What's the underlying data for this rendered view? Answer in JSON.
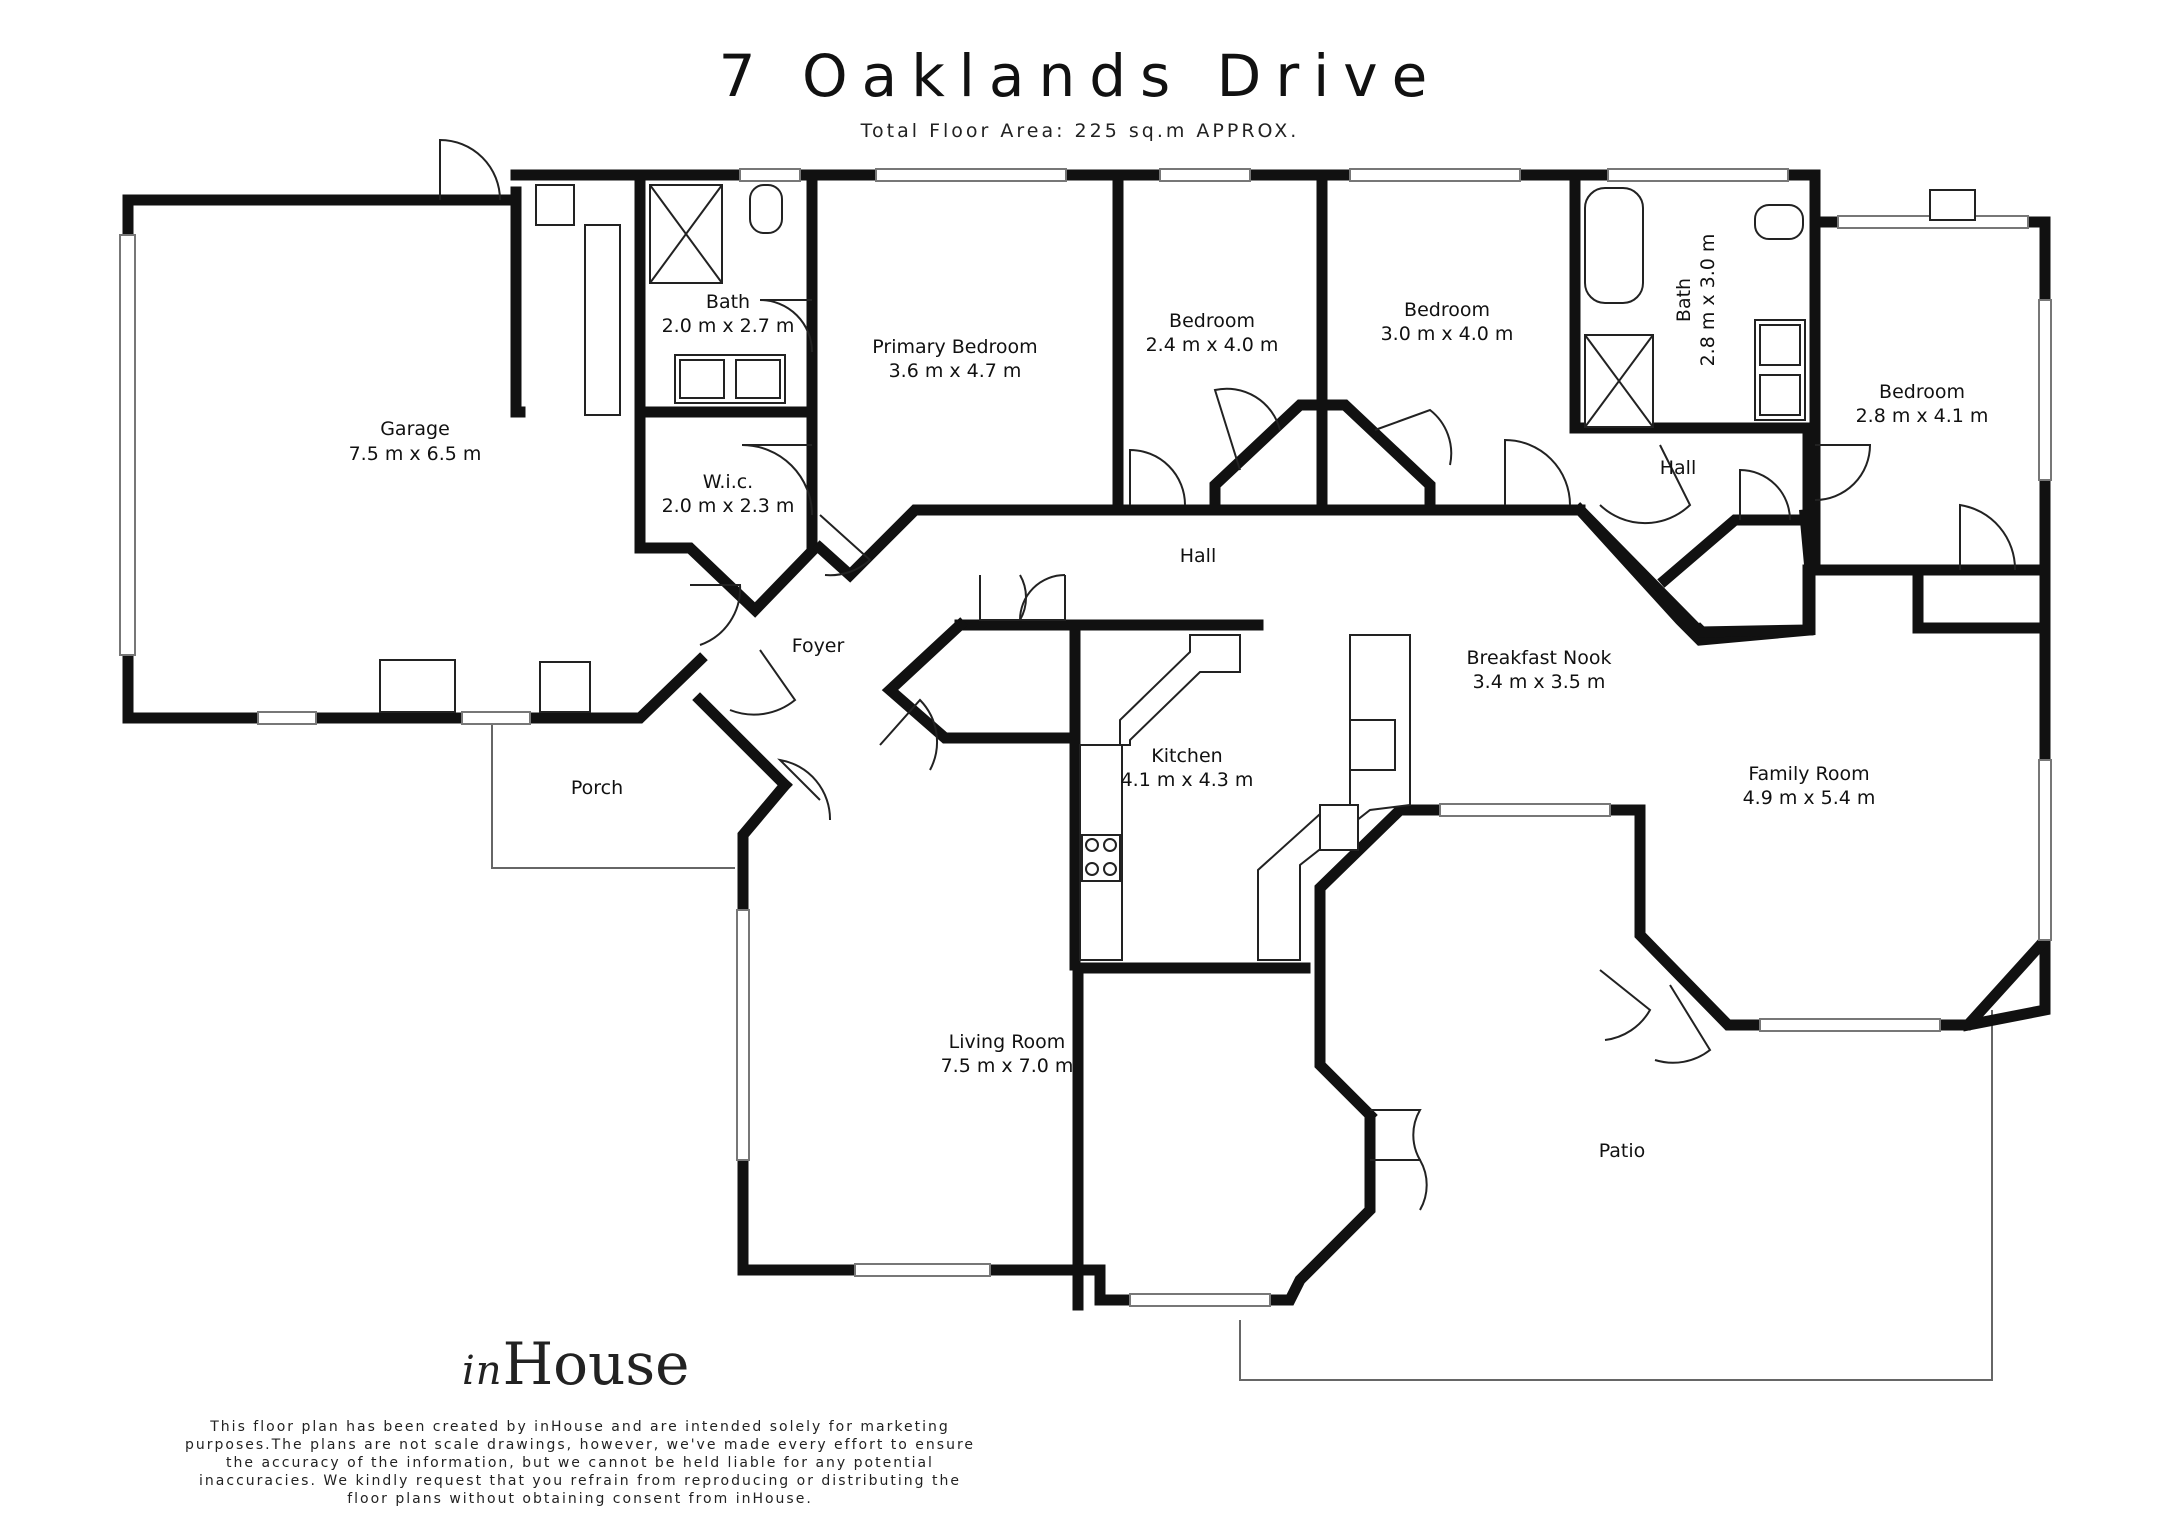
{
  "title": "7 Oaklands Drive",
  "subtitle": "Total Floor Area: 225 sq.m APPROX.",
  "rooms": [
    {
      "id": "garage",
      "name": "Garage",
      "size": "7.5 m x 6.5 m"
    },
    {
      "id": "bath1",
      "name": "Bath",
      "size": "2.0 m x 2.7 m"
    },
    {
      "id": "wic",
      "name": "W.i.c.",
      "size": "2.0 m x 2.3 m"
    },
    {
      "id": "primary",
      "name": "Primary Bedroom",
      "size": "3.6 m x 4.7 m"
    },
    {
      "id": "bed2",
      "name": "Bedroom",
      "size": "2.4 m x 4.0 m"
    },
    {
      "id": "bed3",
      "name": "Bedroom",
      "size": "3.0 m x 4.0 m"
    },
    {
      "id": "bath2",
      "name": "Bath",
      "size": "2.8 m x 3.0 m"
    },
    {
      "id": "bed4",
      "name": "Bedroom",
      "size": "2.8 m x 4.1 m"
    },
    {
      "id": "hall2",
      "name": "Hall",
      "size": ""
    },
    {
      "id": "hall1",
      "name": "Hall",
      "size": ""
    },
    {
      "id": "foyer",
      "name": "Foyer",
      "size": ""
    },
    {
      "id": "porch",
      "name": "Porch",
      "size": ""
    },
    {
      "id": "breakfast",
      "name": "Breakfast Nook",
      "size": "3.4 m x 3.5 m"
    },
    {
      "id": "kitchen",
      "name": "Kitchen",
      "size": "4.1 m x 4.3 m"
    },
    {
      "id": "family",
      "name": "Family Room",
      "size": "4.9 m x 5.4 m"
    },
    {
      "id": "living",
      "name": "Living Room",
      "size": "7.5 m x 7.0 m"
    },
    {
      "id": "patio",
      "name": "Patio",
      "size": ""
    }
  ],
  "logo": {
    "prefix": "in",
    "brand": "House"
  },
  "disclaimer": [
    "This floor plan has been created by inHouse and are intended solely for marketing",
    "purposes.The plans are not scale drawings, however, we've made every effort to ensure",
    "the accuracy of the information, but we cannot be held liable for any potential",
    "inaccuracies. We kindly request that you refrain from reproducing or distributing the",
    "floor plans without obtaining consent from inHouse."
  ],
  "colors": {
    "wall": "#111111",
    "thin": "#666666",
    "background": "#ffffff"
  }
}
